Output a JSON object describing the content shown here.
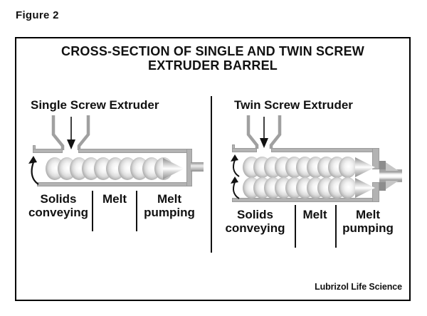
{
  "figure_label": "Figure 2",
  "title": {
    "line1": "CROSS-SECTION OF SINGLE AND TWIN SCREW",
    "line2": "EXTRUDER BARREL"
  },
  "single": {
    "heading": "Single Screw Extruder",
    "zone_solids": "Solids conveying",
    "zone_melt": "Melt",
    "zone_pumping": "Melt pumping"
  },
  "twin": {
    "heading": "Twin Screw Extruder",
    "zone_solids": "Solids conveying",
    "zone_melt": "Melt",
    "zone_pumping": "Melt pumping"
  },
  "footer": {
    "brand": "Lubrizol Life Science"
  },
  "icons": {
    "feed_arrow": "down-arrow",
    "rotation_arrow": "curved-counterclockwise-arrow"
  },
  "colors": {
    "ink": "#111111",
    "wall_gray": "#b3b3b3",
    "flight_gray": "#9d9d9d",
    "background": "#ffffff"
  }
}
